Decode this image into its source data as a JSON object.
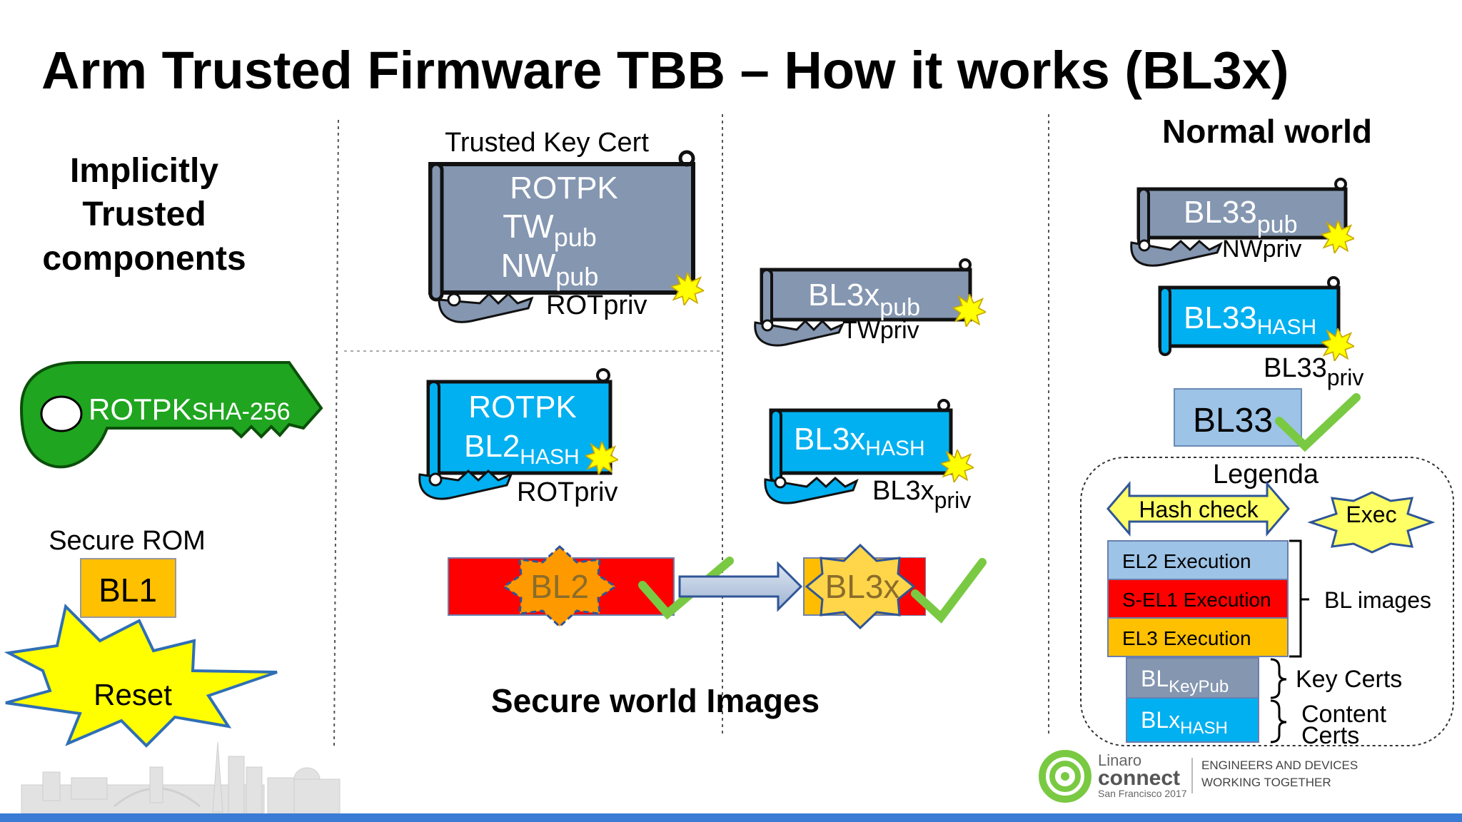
{
  "title": "Arm Trusted Firmware TBB – How it works (BL3x)",
  "left": {
    "heading": [
      "Implicitly",
      "Trusted",
      "components"
    ],
    "rotpk_key": {
      "main": "ROTPK",
      "sub": "SHA-256",
      "color": "#1fa51f"
    },
    "secure_rom_label": "Secure ROM",
    "bl1_label": "BL1",
    "reset_label": "Reset"
  },
  "middle": {
    "trusted_key_cert": {
      "caption": "Trusted Key Cert",
      "line1": "ROTPK",
      "line2": "TW",
      "line2_sub": "pub",
      "line3": "NW",
      "line3_sub": "pub",
      "key_label": "ROTpriv"
    },
    "bl2_cert": {
      "line1": "ROTPK",
      "line2": "BL2",
      "line2_sub": "HASH",
      "key_label": "ROTpriv"
    },
    "bl3x_key_cert": {
      "main": "BL3x",
      "sub": "pub",
      "key_label": "TWpriv"
    },
    "bl3x_content_cert": {
      "main": "BL3x",
      "sub": "HASH",
      "key_label": "BL3x",
      "key_sub": "priv"
    },
    "bl2_image": "BL2",
    "bl3x_image": "BL3x",
    "footer": "Secure world Images"
  },
  "right": {
    "heading": "Normal world",
    "bl33_key_cert": {
      "main": "BL33",
      "sub": "pub",
      "key_label": "NWpriv"
    },
    "bl33_content_cert": {
      "main": "BL33",
      "sub": "HASH",
      "key_label": "BL33",
      "key_sub": "priv"
    },
    "bl33_image": "BL33"
  },
  "legend": {
    "title": "Legenda",
    "hash_check": "Hash check",
    "exec": "Exec",
    "rows": [
      "EL2 Execution",
      "S-EL1 Execution",
      "EL3 Execution"
    ],
    "bl_images": "BL images",
    "keypub": {
      "main": "BL",
      "sub": "KeyPub"
    },
    "hash": {
      "main": "BLx",
      "sub": "HASH"
    },
    "key_certs": "Key Certs",
    "content_certs": [
      "Content",
      "Certs"
    ]
  },
  "branding": {
    "linaro": "Linaro",
    "connect": "connect",
    "event": "San Francisco 2017",
    "tagline": [
      "ENGINEERS AND DEVICES",
      "WORKING TOGETHER"
    ]
  },
  "colors": {
    "grey_cert": "#8496b0",
    "blue_cert": "#00b0f0",
    "red": "#ff0000",
    "orange": "#ffc000",
    "green_check": "#7ac943",
    "yellow": "#ffff66",
    "light_blue": "#9dc3e6",
    "footer_bar": "#3a7bd5"
  }
}
